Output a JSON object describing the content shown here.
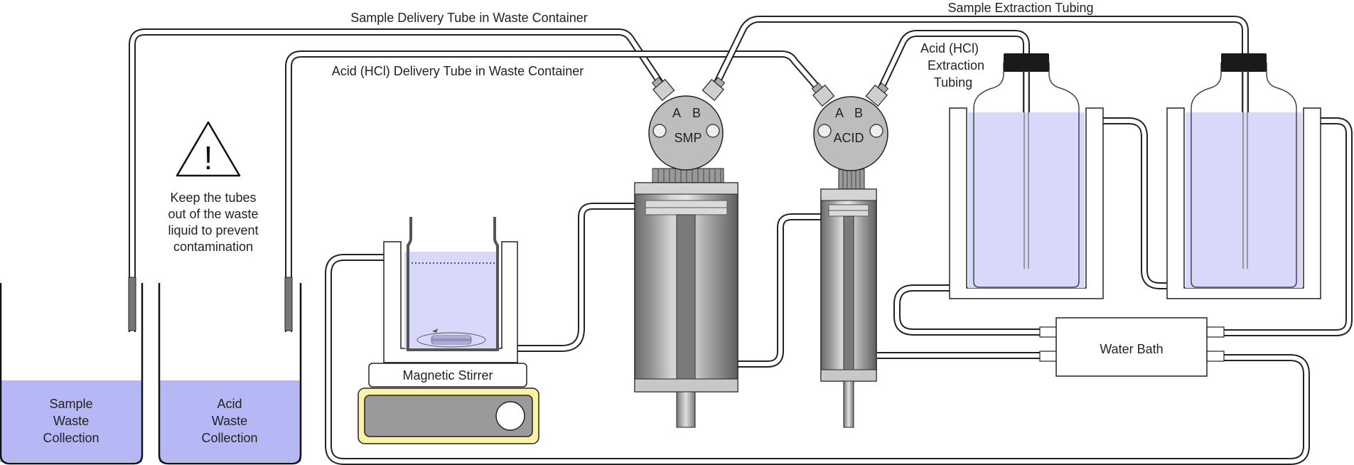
{
  "labels": {
    "sample_delivery": "Sample Delivery Tube in Waste Container",
    "acid_delivery": "Acid (HCl) Delivery Tube in Waste Container",
    "sample_extraction": "Sample Extraction Tubing",
    "acid_extraction": [
      "Acid (HCl)",
      "Extraction",
      "Tubing"
    ],
    "warning_text": [
      "Keep the tubes",
      "out of the waste",
      "liquid to prevent",
      "contamination"
    ],
    "sample_waste": [
      "Sample",
      "Waste",
      "Collection"
    ],
    "acid_waste": [
      "Acid",
      "Waste",
      "Collection"
    ],
    "magnetic_stirrer": "Magnetic Stirrer",
    "water_bath": "Water Bath",
    "smp_pump": "SMP",
    "acid_pump": "ACID",
    "port_a": "A",
    "port_b": "B",
    "warning_symbol": "!"
  },
  "colors": {
    "liquid": "#d8d8fb",
    "waste_liquid": "#b6b8f5",
    "stirrer_yellow": "#fbf3a6",
    "pump_head": "#bdbdbd",
    "cylinder_dark": "#6f6f6f",
    "cap": "#1a1a1a"
  }
}
